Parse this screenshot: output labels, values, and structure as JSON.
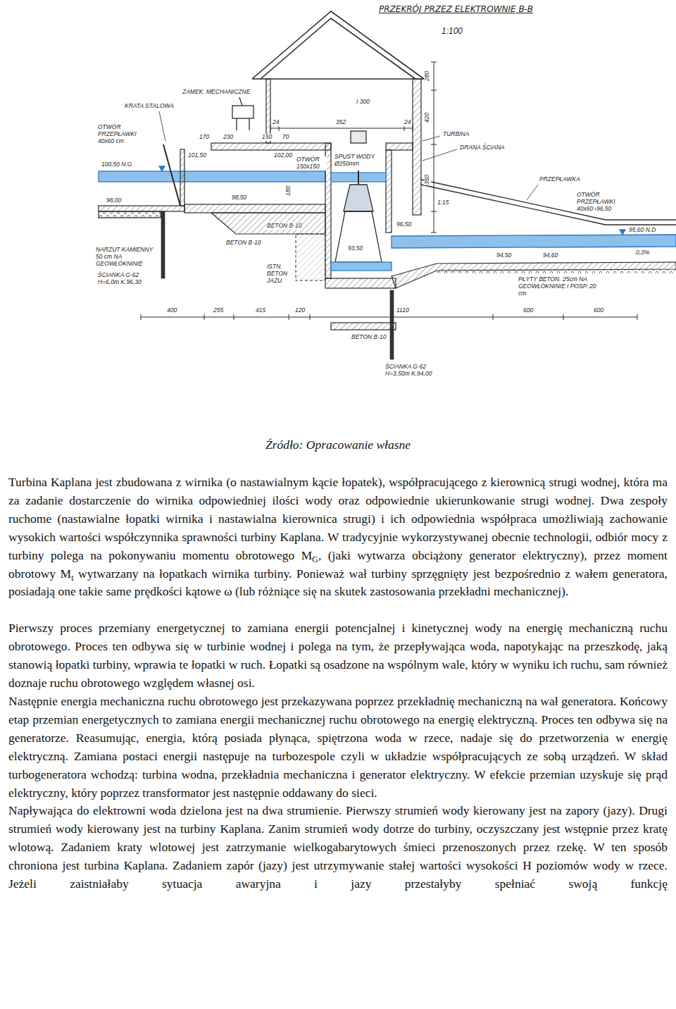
{
  "diagram": {
    "title": "PRZEKRÓJ PRZEZ ELEKTROWNIĘ B-B",
    "caption": "Źródło: Opracowanie własne",
    "labels": [
      "1:100",
      "ZAMEK. MECHANICZNE",
      "KRATA STALOWA",
      "OTWÓR PRZEPŁAWKI 40x60 cm",
      "101,50",
      "100,50 N.G",
      "98,00",
      "170",
      "230",
      "150",
      "70",
      "102,00",
      "OTWÓR 150x150",
      "98,50",
      "180",
      "I 300",
      "24",
      "352",
      "24",
      "SPUST WODY Ø250mm",
      "280",
      "420",
      "350",
      "TURBINA",
      "DRANA ŚCIANA",
      "PRZEPŁAWKA",
      "OTWÓR PRZEPŁAWKI 40x60 cm",
      "1:15",
      "96,50",
      "96,50",
      "95,60 N.D",
      "0,3%",
      "94,50",
      "94,60",
      "93,50",
      "NARZUT KAMIENNY 50 cm NA GEOWŁÓKNINIE",
      "BETON B-10",
      "BETON B-10",
      "ISTN. BETON JAZU",
      "ŚCIANKA G-62 H=6,0m K.96,30",
      "PŁYTY BETON. 25cm NA GEOWŁÓKNINIE I POSP. 20 cm",
      "400",
      "255",
      "415",
      "120",
      "1110",
      "600",
      "600",
      "BETON B-10",
      "ŚCIANKA G-62 H=3,50m K.94,00",
      "Turbina Kaplana jest zbudowana z wirnika (o nastawialnym kącie łopatek), współpracującego z kierownicą strugi wodnej, która ma za zadanie dostarczenie do wirnika odpowiedniej ilości wody oraz odpowiednie ukierunkowanie strugi wodnej. Dwa zespoły ruchome (nastawialne łopatki wirnika i nastawialna kierownica strugi) i ich odpowiednia współpraca umożliwiają zachowanie wysokich wartości współczynnika sprawności turbiny Kaplana. W tradycyjnie wykorzystywanej obecnie technologii, odbiór mocy z turbiny polega na pokonywaniu momentu obrotowego M",
      "G",
      ", (jaki wytwarza obciążony generator elektryczny), przez moment obrotowy M",
      "t",
      " wytwarzany na łopatkach wirnika turbiny. Ponieważ wał turbiny sprzęgnięty jest bezpośrednio z wałem generatora, posiadają one takie same prędkości kątowe ω (lub różniące się na skutek zastosowania przekładni mechanicznej).",
      "Pierwszy proces przemiany energetycznej to zamiana energii potencjalnej i kinetycznej wody na energię mechaniczną ruchu obrotowego. Proces ten odbywa się w turbinie wodnej i polega na tym, że przepływająca woda, napotykając na przeszkodę, jaką stanowią łopatki turbiny, wprawia te łopatki w ruch. Łopatki są osadzone na wspólnym wale, który w wyniku ich ruchu, sam również doznaje ruchu obrotowego względem własnej osi.",
      "Następnie energia mechaniczna ruchu obrotowego jest przekazywana poprzez przekładnię mechaniczną na wał generatora. Końcowy etap przemian energetycznych to zamiana energii mechanicznej ruchu obrotowego na energię elektryczną. Proces ten odbywa się na generatorze. Reasumując, energia, którą posiada płynąca, spiętrzona woda w rzece, nadaje się do przetworzenia w energię elektryczną. Zamiana postaci energii następuje na turbozespole czyli w układzie współpracujących ze sobą urządzeń. W skład turbogeneratora wchodzą: turbina wodna, przekładnia mechaniczna i generator elektryczny. W efekcie przemian uzyskuje się prąd elektryczny, który poprzez transformator jest następnie oddawany do sieci.",
      "Napływająca do elektrowni woda dzielona jest na dwa strumienie. Pierwszy strumień wody kierowany jest na zapory (jazy). Drugi strumień wody kierowany jest na turbiny Kaplana. Zanim strumień wody dotrze do turbiny, oczyszczany jest wstępnie przez kratę wlotową. Zadaniem kraty wlotowej jest zatrzymanie wielkogabarytowych śmieci przenoszonych przez rzekę. W ten sposób chroniona jest turbina Kaplana. Zadaniem zapór (jazy) jest utrzymywanie stałej wartości wysokości H poziomów wody w rzece. Jeżeli zaistniałaby sytuacja awaryjna i jazy przestałyby spełniać swoją funkcję"
    ]
  }
}
